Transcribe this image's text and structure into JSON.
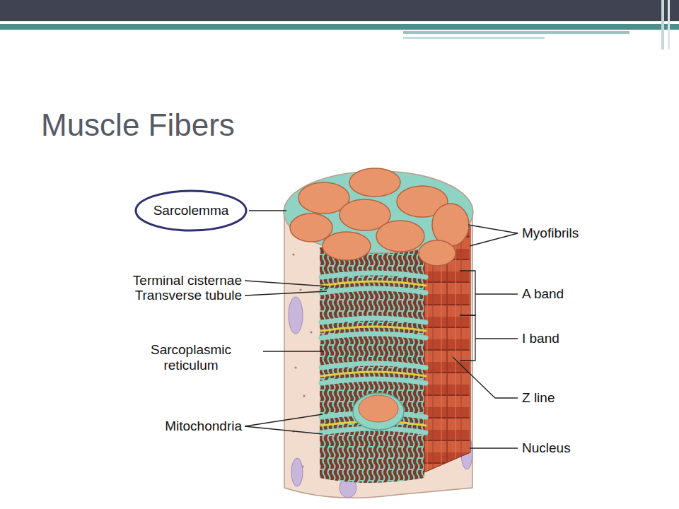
{
  "diagram": {
    "title": "Muscle Fibers",
    "nodes": [
      {
        "text": [
          "Sarcolemma"
        ]
      }
    ],
    "labels": [
      "Terminal cisternae",
      "Transverse tubule",
      "Sarcoplasmic reticulum",
      "Mitochondria",
      "Myofibrils",
      "A band",
      "I band",
      "Z line",
      "Nucleus"
    ]
  }
}
